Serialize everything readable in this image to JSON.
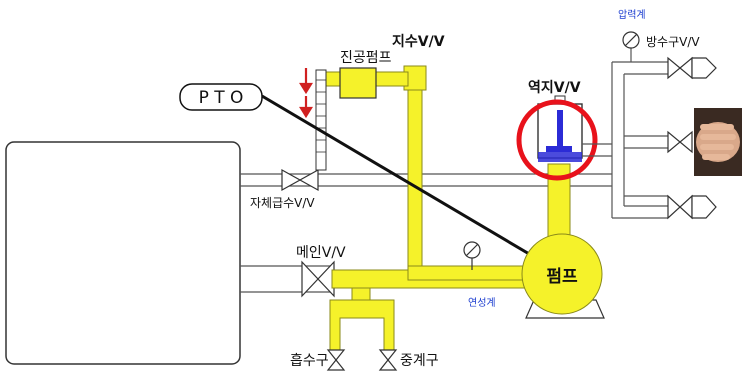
{
  "labels": {
    "pto": "P T O",
    "vacuum_pump": "진공펌프",
    "priming_valve": "지수V/V",
    "pressure_gauge": "압력계",
    "discharge_valve": "방수구V/V",
    "check_valve": "역지V/V",
    "self_supply_valve": "자체급수V/V",
    "main_valve": "메인V/V",
    "compound_gauge": "연성계",
    "pump": "펌프",
    "suction_port": "흡수구",
    "relay_port": "중계구"
  },
  "colors": {
    "pipe_yellow": "#f5f22a",
    "pipe_outline": "#8a8a1a",
    "highlight_circle": "#e8121b",
    "check_valve_blue": "#2b2bd6",
    "label_blue": "#1e3fd0",
    "label_black": "#111111"
  },
  "icons": {
    "photo": "hand-photo",
    "arrows": "red-down-arrows"
  }
}
